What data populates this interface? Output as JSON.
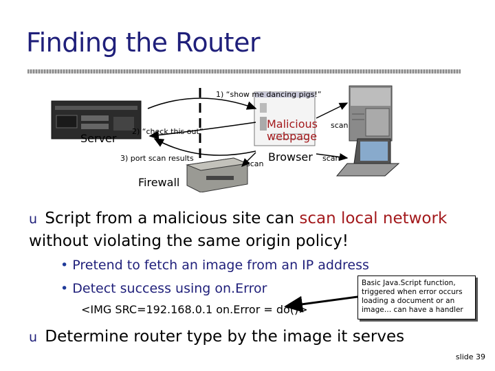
{
  "title": "Finding the Router",
  "diagram": {
    "step1": "1) “show me dancing pigs!”",
    "step2": "2) “check this out”",
    "step3": "3) port scan results",
    "server": "Server",
    "firewall": "Firewall",
    "malicious_webpage": "Malicious webpage",
    "browser": "Browser",
    "scan": "scan"
  },
  "bullets": {
    "main1_prefix": "Script from a malicious site can ",
    "main1_highlight": "scan local network",
    "main1_suffix": " without violating the same origin policy!",
    "sub1": "Pretend to fetch an image from an IP address",
    "sub2": "Detect success using on.Error",
    "code": "<IMG SRC=192.168.0.1 on.Error = do()>",
    "main2": "Determine router type by the image it serves"
  },
  "callout": "Basic Java.Script function, triggered when error occurs loading a document or an image… can have a handler",
  "bullet_marker": "u",
  "sub_marker": "•",
  "slide_number": "slide 39",
  "colors": {
    "title": "#1f1f7a",
    "highlight": "#a3191c"
  }
}
